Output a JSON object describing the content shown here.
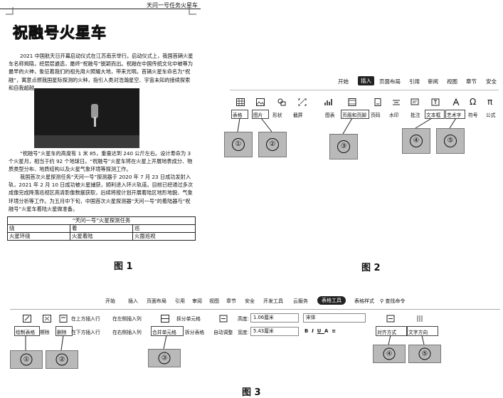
{
  "figure1": {
    "header_text": "天问一号任务火星车",
    "title": "祝融号火星车",
    "paragraph1": "2021 中国航天日开幕启动仪式在江苏南京举行。启动仪式上，我国首辆火星车名称揭晓，经层层遴选，最终“祝融号”脱颖而出。祝融在中国传统文化中被尊为最早的火神，象征着我们的祖先用火照耀大地，带来光明。首辆火星车命名为“祝融”，寓意点燃我国星际探测的火种，指引人类对浩瀚星空、宇宙未知的接续探索和自我超越。",
    "paragraph2": "“祝融号”火星车的高度有 1 米 85，重量达到 240 公斤左右。设计寿命为 3 个火星月，相当于约 92 个地球日。“祝融号”火星车将在火星上开展地表成分、物质类型分布、地质结构以及火星气象环境等探测工作。",
    "paragraph3": "我国首次火星探测任务“天问一号”探测器于 2020 年 7 月 23 日成功发射入轨，2021 年 2 月 10 日成功被火星捕获，顺利进入环火轨道。目前已经通过多次成像完成降落巡视区高清影像数据获取，后续将按计划开展着陆区地形地貌、气象环境分析等工作。为五月中下旬，中国首次火星探测器“天问一号”的着陆器与“祝融号”火星车着陆火星做准备。",
    "table": {
      "title": "“天问一号”火星探测任务",
      "row1": [
        "绕",
        "着",
        "巡"
      ],
      "row2": [
        "火星环绕",
        "火星着陆",
        "火面巡视"
      ]
    },
    "caption": "图 1"
  },
  "figure2": {
    "tabs": [
      "开始",
      "插入",
      "页面布局",
      "引用",
      "审阅",
      "视图",
      "章节",
      "安全"
    ],
    "active_tab": "插入",
    "tools": [
      {
        "label": "表格",
        "icon": "table-icon"
      },
      {
        "label": "图片",
        "icon": "picture-icon"
      },
      {
        "label": "形状",
        "icon": "shape-icon"
      },
      {
        "label": "截屏",
        "icon": "screenshot-icon"
      },
      {
        "label": "图表",
        "icon": "chart-icon"
      },
      {
        "label": "页眉和页脚",
        "icon": "header-footer-icon"
      },
      {
        "label": "页码",
        "icon": "page-number-icon"
      },
      {
        "label": "水印",
        "icon": "watermark-icon"
      },
      {
        "label": "批注",
        "icon": "comment-icon"
      },
      {
        "label": "文本框",
        "icon": "textbox-icon"
      },
      {
        "label": "艺术字",
        "icon": "wordart-icon"
      },
      {
        "label": "符号",
        "icon": "omega-icon"
      },
      {
        "label": "公式",
        "icon": "pi-icon"
      }
    ],
    "callouts": [
      "①",
      "②",
      "③",
      "④",
      "⑤"
    ],
    "caption": "图 2"
  },
  "figure3": {
    "tabs": [
      "开始",
      "插入",
      "页面布局",
      "引用",
      "审阅",
      "视图",
      "章节",
      "安全",
      "开发工具",
      "云服务",
      "表格工具",
      "表格样式"
    ],
    "active_tab": "表格工具",
    "search_label": "查找命令",
    "row1_labels": [
      "在上方插入行",
      "在左侧插入列",
      "拆分单元格",
      "高度:",
      "宋体"
    ],
    "row2_labels": [
      "绘制表格",
      "擦除",
      "删除",
      "在下方插入行",
      "在右侧插入列",
      "合并单元格",
      "拆分表格",
      "自动调整",
      "宽度:",
      "对齐方式",
      "文字方向"
    ],
    "height_value": "1.06厘米",
    "width_value": "5.43厘米",
    "font_format": [
      "B",
      "I",
      "U",
      "A",
      "≡"
    ],
    "callouts": [
      "①",
      "②",
      "③",
      "④",
      "⑤"
    ],
    "caption": "图 3"
  }
}
